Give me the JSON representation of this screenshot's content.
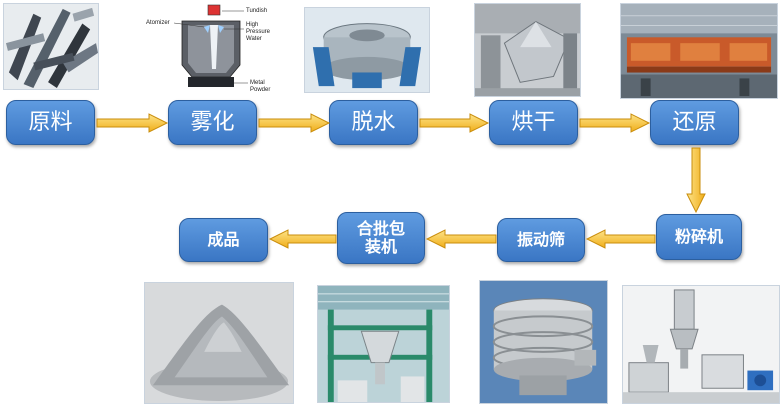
{
  "colors": {
    "box": "#4a86d2",
    "arrow": "#f3bd2a",
    "arrow_edge": "#c98d0c"
  },
  "steps": [
    {
      "label": "原料"
    },
    {
      "label": "雾化"
    },
    {
      "label": "脱水"
    },
    {
      "label": "烘干"
    },
    {
      "label": "还原"
    },
    {
      "label": "粉碎机"
    },
    {
      "label": "振动筛"
    },
    {
      "label": "合批包\n装机"
    },
    {
      "label": "成品"
    }
  ],
  "atomizer_diagram": {
    "labels": [
      "Tundish",
      "Atomizer",
      "High",
      "Pressure",
      "Water",
      "Metal",
      "Powder"
    ]
  },
  "photos": [
    {
      "name": "raw-material-photo",
      "icon": "metal-scrap"
    },
    {
      "name": "atomizer-diagram",
      "icon": "atomizer-schematic"
    },
    {
      "name": "centrifuge-photo",
      "icon": "centrifuge"
    },
    {
      "name": "dryer-photo",
      "icon": "double-cone-dryer"
    },
    {
      "name": "furnace-photo",
      "icon": "reduction-furnace"
    },
    {
      "name": "powder-photo",
      "icon": "powder-pile"
    },
    {
      "name": "packaging-plant-photo",
      "icon": "industrial-plant"
    },
    {
      "name": "vibrating-screen-photo",
      "icon": "vibrating-sieve"
    },
    {
      "name": "crusher-machine-photo",
      "icon": "crusher"
    }
  ]
}
